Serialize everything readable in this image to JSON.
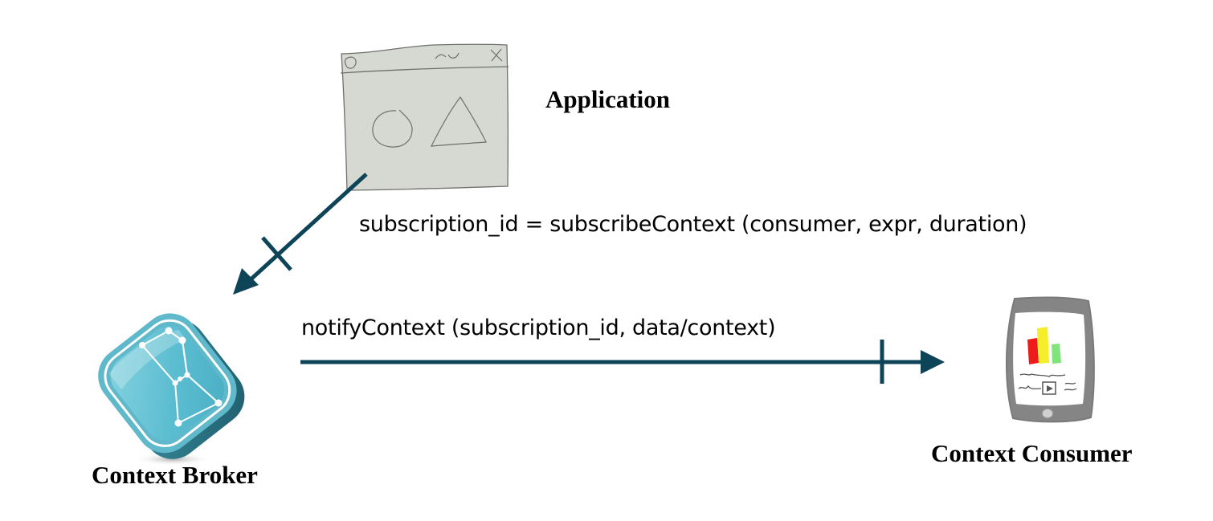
{
  "diagram": {
    "type": "sequence-interaction",
    "nodes": {
      "application": {
        "label": "Application",
        "icon": "sketched-app-window-icon"
      },
      "broker": {
        "label": "Context Broker",
        "icon": "constellation-logo-icon"
      },
      "consumer": {
        "label": "Context Consumer",
        "icon": "sketched-tablet-chart-icon"
      }
    },
    "edges": [
      {
        "from": "application",
        "to": "broker",
        "label": "subscription_id = subscribeContext (consumer, expr, duration)"
      },
      {
        "from": "broker",
        "to": "consumer",
        "label": "notifyContext (subscription_id, data/context)"
      }
    ],
    "colors": {
      "arrow": "#0e4458",
      "window_fill": "#d6d8d2",
      "window_stroke": "#6f706c",
      "broker_face": "#5bbdd0",
      "broker_edge": "#2d7a8c",
      "tablet_frame": "#858585",
      "bar_red": "#ee1b1b",
      "bar_yellow": "#f6ee2a",
      "bar_green": "#7fe47a"
    }
  }
}
